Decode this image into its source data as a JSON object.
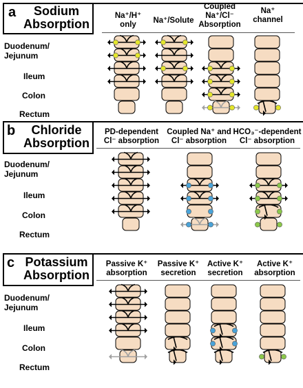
{
  "panels": [
    {
      "letter": "a",
      "title_lines": [
        "Sodium",
        "Absorption"
      ],
      "columns": [
        {
          "lines": [
            "Na⁺/H⁺",
            "only"
          ]
        },
        {
          "lines": [
            "Na⁺/Solute"
          ]
        },
        {
          "lines": [
            "Coupled",
            "Na⁺/Cl⁻",
            "Absorption"
          ]
        },
        {
          "lines": [
            "Na⁺",
            "channel"
          ]
        }
      ],
      "rows": [
        {
          "lines": [
            "Duodenum/",
            "Jejunum"
          ]
        },
        {
          "lines": [
            "Ileum"
          ]
        },
        {
          "lines": [
            "Colon"
          ]
        },
        {
          "lines": [
            "Rectum"
          ]
        }
      ]
    },
    {
      "letter": "b",
      "title_lines": [
        "Chloride",
        "Absorption"
      ],
      "columns": [
        {
          "lines": [
            "PD-dependent",
            "Cl⁻ absorption"
          ]
        },
        {
          "lines": [
            "Coupled Na⁺ and",
            "Cl⁻ absorption"
          ]
        },
        {
          "lines": [
            "HCO₃⁻-dependent",
            "Cl⁻ absorption"
          ]
        }
      ],
      "rows": [
        {
          "lines": [
            "Duodenum/",
            "Jejunum"
          ]
        },
        {
          "lines": [
            "Ileum"
          ]
        },
        {
          "lines": [
            "Colon"
          ]
        },
        {
          "lines": [
            "Rectum"
          ]
        }
      ]
    },
    {
      "letter": "c",
      "title_lines": [
        "Potassium",
        "Absorption"
      ],
      "columns": [
        {
          "lines": [
            "Passive K⁺",
            "absorption"
          ]
        },
        {
          "lines": [
            "Passive K⁺",
            "secretion"
          ]
        },
        {
          "lines": [
            "Active K⁺",
            "secretion"
          ]
        },
        {
          "lines": [
            "Active K⁺",
            "absorption"
          ]
        }
      ],
      "rows": [
        {
          "lines": [
            "Duodenum/",
            "Jejunum"
          ]
        },
        {
          "lines": [
            "Ileum"
          ]
        },
        {
          "lines": [
            "Colon"
          ]
        },
        {
          "lines": [
            "Rectum"
          ]
        }
      ]
    }
  ],
  "colors": {
    "tissue_fill": "#f6dcc2",
    "outline": "#000000",
    "yellow_transporter": "#e4e62c",
    "blue_transporter": "#4aa3d8",
    "green_transporter": "#8cc84b",
    "grey_arrow": "#a0a0a0"
  }
}
